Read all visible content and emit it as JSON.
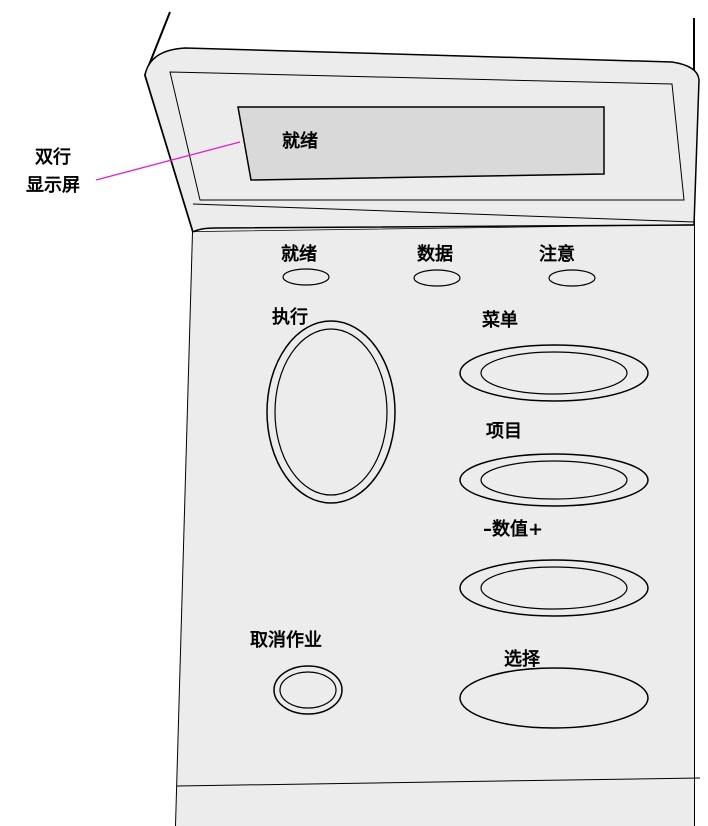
{
  "callout": {
    "line1": "双行",
    "line2": "显示屏",
    "leader_color": "#e020d0"
  },
  "display": {
    "text": "就绪",
    "background": "#d9d9d9"
  },
  "indicators": [
    {
      "label": "就绪"
    },
    {
      "label": "数据"
    },
    {
      "label": "注意"
    }
  ],
  "buttons": {
    "go": "执行",
    "menu": "菜单",
    "item": "项目",
    "value": "–数值+",
    "cancel_job": "取消作业",
    "select": "选择"
  },
  "colors": {
    "panel_face": "#ececec",
    "stroke": "#000000"
  }
}
